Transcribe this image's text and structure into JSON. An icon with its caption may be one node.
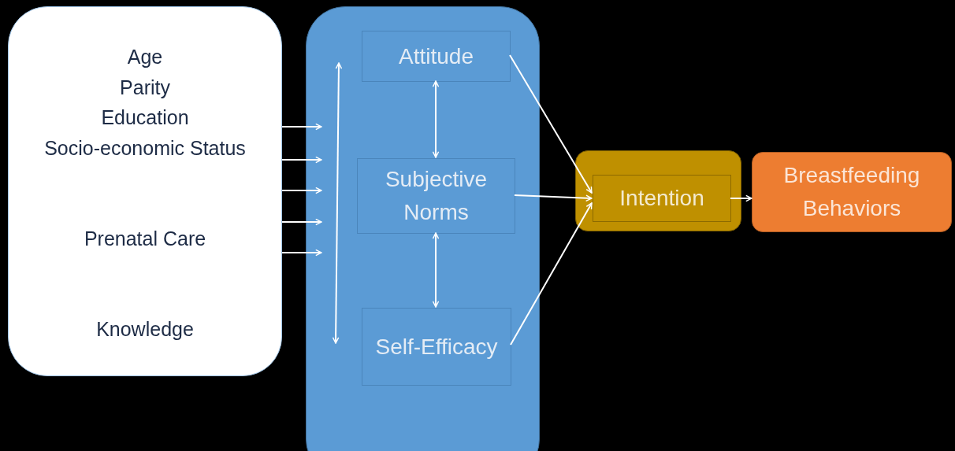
{
  "diagram": {
    "nodes": [
      {
        "text": [
          "Age",
          "Parity",
          "Education",
          "Socio-economic Status",
          "Prenatal Care",
          "Knowledge"
        ]
      },
      {
        "text": [],
        "shape": "box"
      },
      {
        "text": [
          "Attitude"
        ],
        "in": 1
      },
      {
        "text": [
          "Subjective Norms"
        ],
        "in": 1
      },
      {
        "text": [
          "Self-Efficacy"
        ],
        "in": 1
      },
      {
        "text": [],
        "shape": "box"
      },
      {
        "text": [
          "Intention"
        ],
        "in": 5
      },
      {
        "text": [
          "Breastfeeding Behaviors"
        ]
      }
    ],
    "edges": [
      {
        "from": 0,
        "to": 1,
        "arrow": "to"
      },
      {
        "from": 0,
        "to": 1,
        "arrow": "to"
      },
      {
        "from": 0,
        "to": 1,
        "arrow": "to"
      },
      {
        "from": 0,
        "to": 1,
        "arrow": "to"
      },
      {
        "from": 0,
        "to": 1,
        "arrow": "to"
      },
      {
        "from": 2,
        "to": 3,
        "arrow": "both"
      },
      {
        "from": 3,
        "to": 4,
        "arrow": "both"
      },
      {
        "from": 2,
        "to": 6,
        "arrow": "to"
      },
      {
        "from": 3,
        "to": 6,
        "arrow": "to"
      },
      {
        "from": 4,
        "to": 6,
        "arrow": "to"
      },
      {
        "from": 6,
        "to": 7,
        "arrow": "to"
      }
    ]
  }
}
